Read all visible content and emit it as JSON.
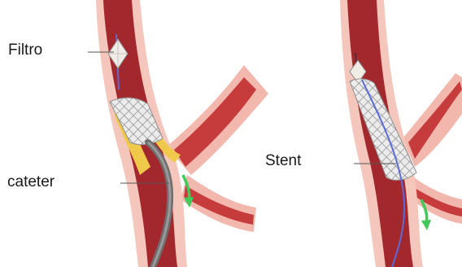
{
  "labels": {
    "filter": "Filtro",
    "catheter": "cateter",
    "stent": "Stent"
  },
  "colors": {
    "vessel_outer": "#f4c2b8",
    "vessel_wall": "#c93a3a",
    "lumen": "#a0272c",
    "plaque": "#f0c94a",
    "stent_mesh": "#d9d9d9",
    "catheter": "#6e6e6e",
    "flow_arrow": "#41c95a",
    "guidewire": "#5a6ad8",
    "leader_line": "#555555"
  },
  "icons": {
    "flow_left": "flow-arrow-icon",
    "flow_right": "flow-arrow-icon"
  }
}
